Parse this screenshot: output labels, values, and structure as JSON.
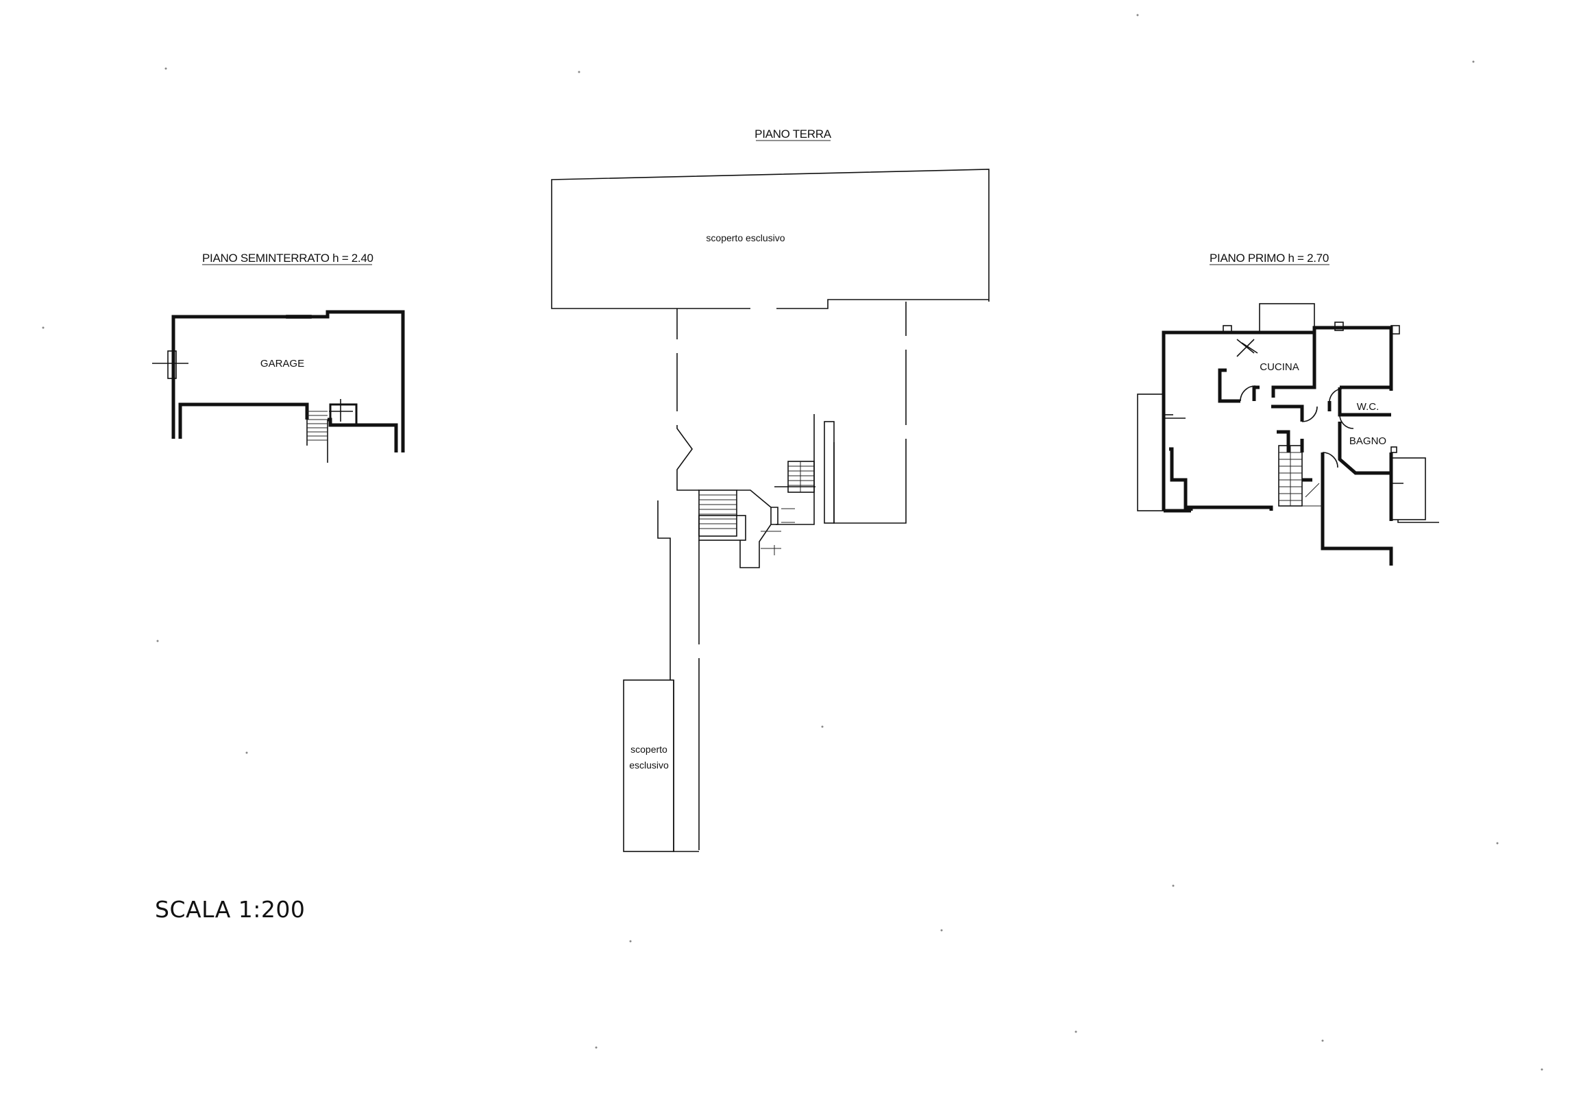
{
  "plans": {
    "basement": {
      "title": "PIANO SEMINTERRATO h = 2.40",
      "rooms": {
        "garage": "GARAGE"
      }
    },
    "ground": {
      "title": "PIANO TERRA",
      "areas": {
        "top_yard": "scoperto esclusivo",
        "bottom_yard_line1": "scoperto",
        "bottom_yard_line2": "esclusivo"
      }
    },
    "first": {
      "title": "PIANO PRIMO h = 2.70",
      "rooms": {
        "kitchen": "CUCINA",
        "wc": "W.C.",
        "bath": "BAGNO"
      }
    }
  },
  "scale": "SCALA 1:200"
}
